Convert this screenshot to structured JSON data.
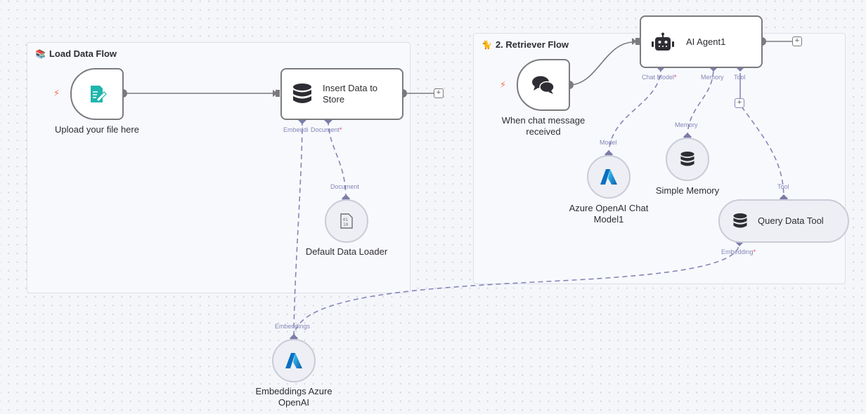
{
  "groups": [
    {
      "id": "load",
      "icon": "books-icon",
      "emoji": "📚",
      "title": "Load Data Flow"
    },
    {
      "id": "retriever",
      "icon": "cat-icon",
      "emoji": "🐈",
      "title": "2. Retriever Flow"
    }
  ],
  "nodes": {
    "upload": {
      "label": "Upload your file here",
      "icon": "form-icon"
    },
    "insert": {
      "title_line1": "Insert Data to",
      "title_line2": "Store",
      "icon": "database-icon"
    },
    "loader": {
      "label": "Default Data Loader",
      "icon": "binary-file-icon"
    },
    "chat_trigger": {
      "label_line1": "When chat message",
      "label_line2": "received",
      "icon": "chat-icon"
    },
    "agent": {
      "title": "AI Agent1",
      "icon": "robot-icon"
    },
    "azure_chat": {
      "label_line1": "Azure OpenAI Chat",
      "label_line2": "Model1",
      "icon": "azure-icon"
    },
    "memory": {
      "label": "Simple Memory",
      "icon": "database-icon"
    },
    "query_tool": {
      "title": "Query Data Tool",
      "icon": "database-icon"
    },
    "embeddings": {
      "label_line1": "Embeddings Azure",
      "label_line2": "OpenAI",
      "icon": "azure-icon"
    }
  },
  "ports": {
    "insert_embeddings": "Embeddi",
    "insert_document": "Document",
    "loader_document": "Document",
    "agent_chat_model": "Chat Model",
    "agent_memory": "Memory",
    "agent_tool": "Tool",
    "azure_model": "Model",
    "memory_in": "Memory",
    "tool_in": "Tool",
    "tool_embedding": "Embedding",
    "embeddings_out": "Embeddings",
    "required_mark": "*"
  },
  "buttons": {
    "plus": "+"
  },
  "colors": {
    "accent": "#8486b8",
    "trigger": "#ff6d5a",
    "required": "#e2445c",
    "form_icon": "#1fb5ad"
  }
}
